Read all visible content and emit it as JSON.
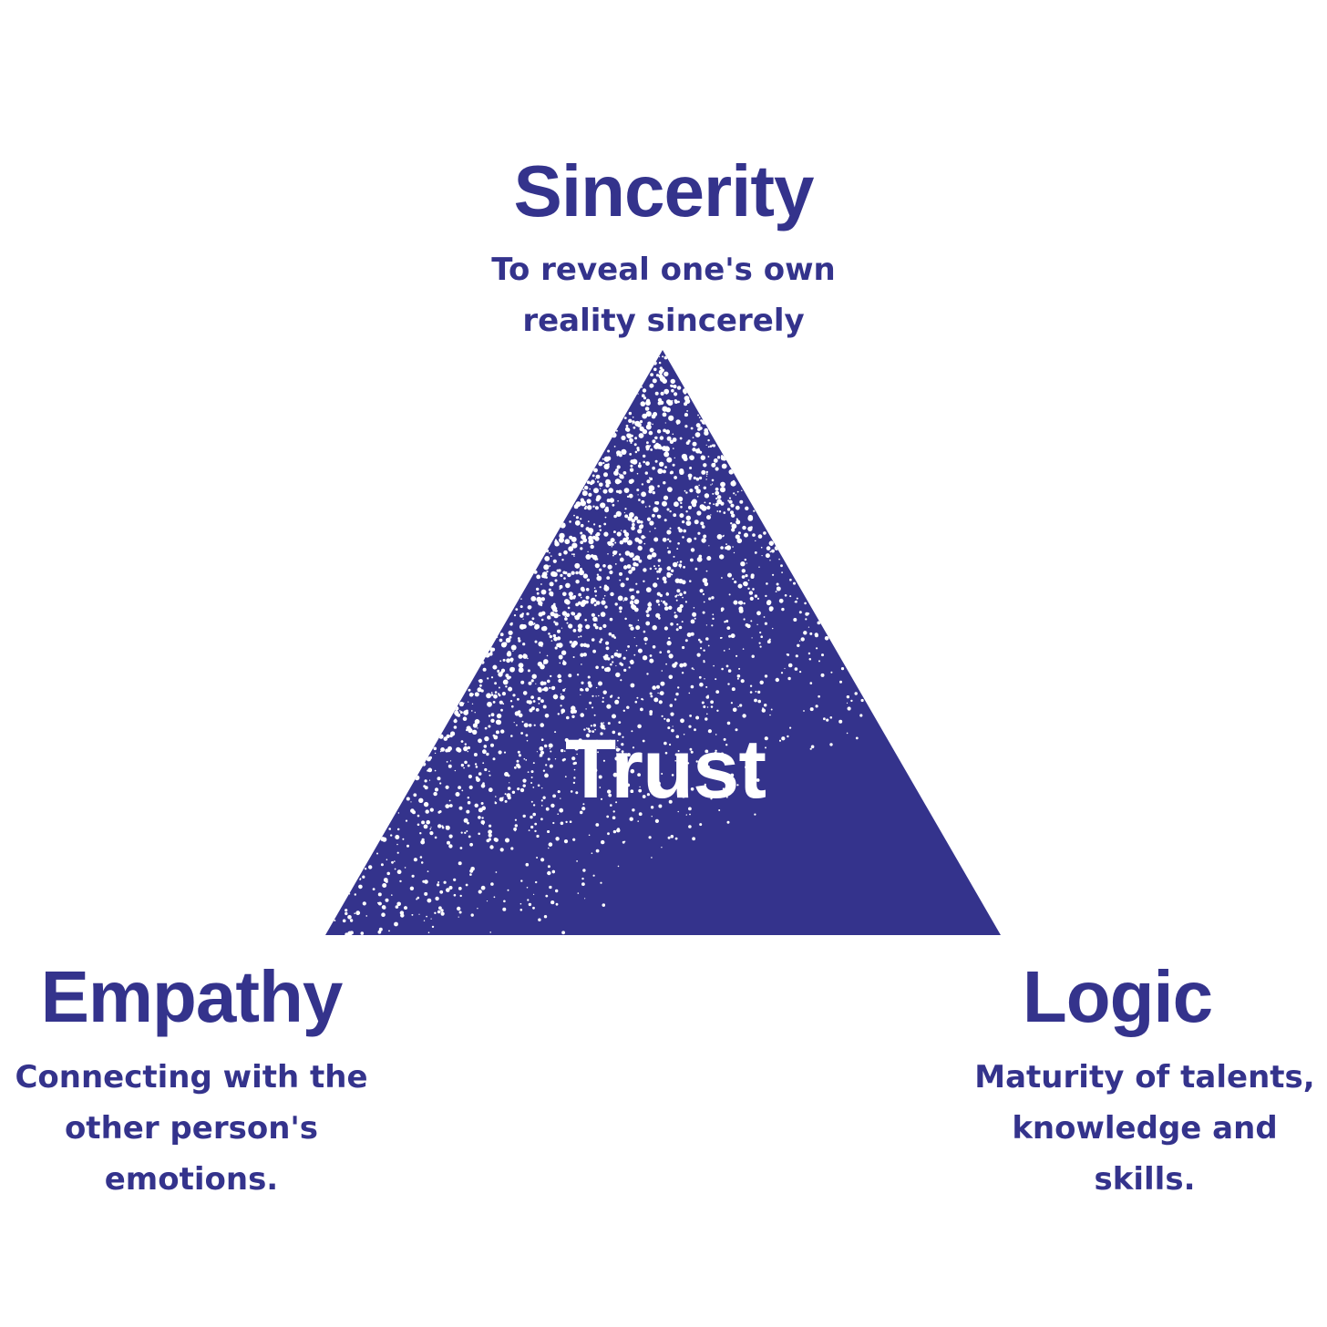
{
  "colors": {
    "primary": "#34338c",
    "background": "#ffffff",
    "center_text": "#ffffff"
  },
  "top": {
    "title": "Sincerity",
    "description": [
      "To reveal one's own",
      "reality sincerely"
    ]
  },
  "center": {
    "label": "Trust"
  },
  "bottom_left": {
    "title": "Empathy",
    "description": [
      "Connecting with the",
      "other person's",
      "emotions."
    ]
  },
  "bottom_right": {
    "title": "Logic",
    "description": [
      "Maturity of talents,",
      "knowledge and",
      "skills."
    ]
  }
}
